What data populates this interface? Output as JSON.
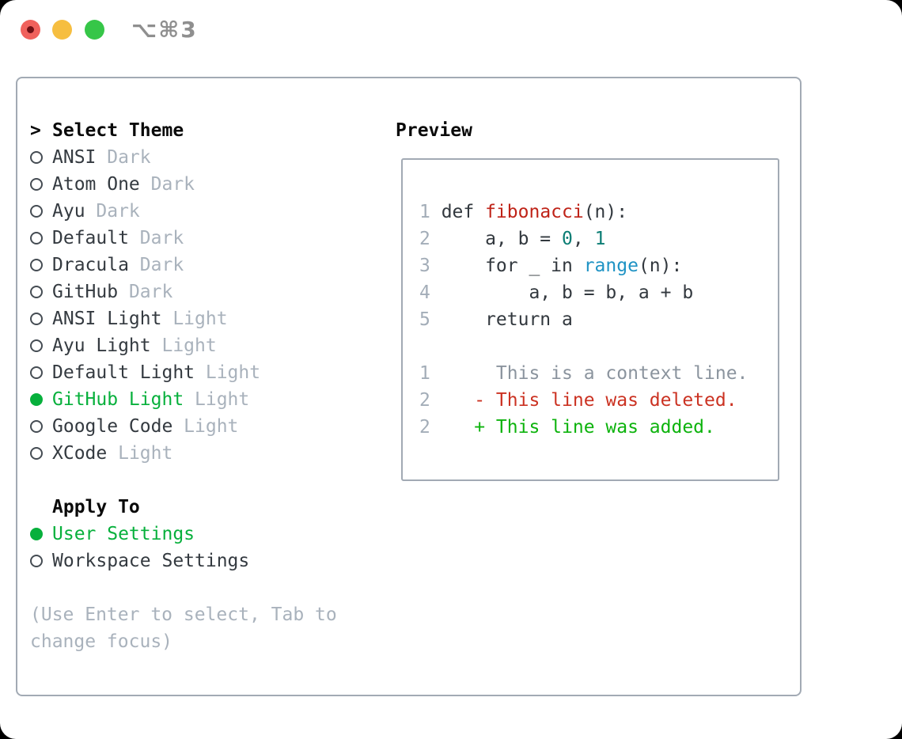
{
  "window": {
    "title": "⌥⌘3",
    "traffic_lights": [
      "close",
      "minimize",
      "zoom"
    ]
  },
  "theme_picker": {
    "prompt": ">",
    "header": "Select Theme",
    "themes": [
      {
        "name": "ANSI",
        "variant": "Dark",
        "selected": false
      },
      {
        "name": "Atom One",
        "variant": "Dark",
        "selected": false
      },
      {
        "name": "Ayu",
        "variant": "Dark",
        "selected": false
      },
      {
        "name": "Default",
        "variant": "Dark",
        "selected": false
      },
      {
        "name": "Dracula",
        "variant": "Dark",
        "selected": false
      },
      {
        "name": "GitHub",
        "variant": "Dark",
        "selected": false
      },
      {
        "name": "ANSI Light",
        "variant": "Light",
        "selected": false
      },
      {
        "name": "Ayu Light",
        "variant": "Light",
        "selected": false
      },
      {
        "name": "Default Light",
        "variant": "Light",
        "selected": false
      },
      {
        "name": "GitHub Light",
        "variant": "Light",
        "selected": true
      },
      {
        "name": "Google Code",
        "variant": "Light",
        "selected": false
      },
      {
        "name": "XCode",
        "variant": "Light",
        "selected": false
      }
    ],
    "apply_to": {
      "header": "Apply To",
      "options": [
        {
          "name": "User Settings",
          "selected": true
        },
        {
          "name": "Workspace Settings",
          "selected": false
        }
      ]
    },
    "hint_lines": [
      "(Use Enter to select, Tab to",
      "change focus)"
    ]
  },
  "preview": {
    "header": "Preview",
    "code_lines": [
      {
        "num": "1",
        "tokens": [
          {
            "text": "def ",
            "color": "code"
          },
          {
            "text": "fibonacci",
            "color": "function"
          },
          {
            "text": "(n):",
            "color": "code"
          }
        ]
      },
      {
        "num": "2",
        "tokens": [
          {
            "text": "    a, b = ",
            "color": "code"
          },
          {
            "text": "0",
            "color": "number"
          },
          {
            "text": ", ",
            "color": "code"
          },
          {
            "text": "1",
            "color": "number"
          }
        ]
      },
      {
        "num": "3",
        "tokens": [
          {
            "text": "    for _ in ",
            "color": "code"
          },
          {
            "text": "range",
            "color": "call"
          },
          {
            "text": "(n):",
            "color": "code"
          }
        ]
      },
      {
        "num": "4",
        "tokens": [
          {
            "text": "        a, b = b, a + b",
            "color": "code"
          }
        ]
      },
      {
        "num": "5",
        "tokens": [
          {
            "text": "    return a",
            "color": "code"
          }
        ]
      },
      {
        "num": "",
        "tokens": []
      },
      {
        "num": "1",
        "tokens": [
          {
            "text": "     This is a context line.",
            "color": "context"
          }
        ]
      },
      {
        "num": "2",
        "tokens": [
          {
            "text": "   - This line was deleted.",
            "color": "deleted"
          }
        ]
      },
      {
        "num": "2",
        "tokens": [
          {
            "text": "   + This line was added.",
            "color": "added"
          }
        ]
      }
    ]
  },
  "colors": {
    "accent_green": "#07b03c",
    "border": "#a2aab4",
    "muted": "#a9b2bc",
    "line_number": "#a3adb8",
    "code": "#32383e",
    "function": "#bf2318",
    "number": "#0b7d74",
    "call": "#1f93c4",
    "context": "#8b949e",
    "deleted": "#cb3222",
    "added": "#0db30d",
    "traffic_red": "#f0615c",
    "traffic_red_dot": "#701015",
    "traffic_yellow": "#f6be40",
    "traffic_green": "#36c648"
  }
}
